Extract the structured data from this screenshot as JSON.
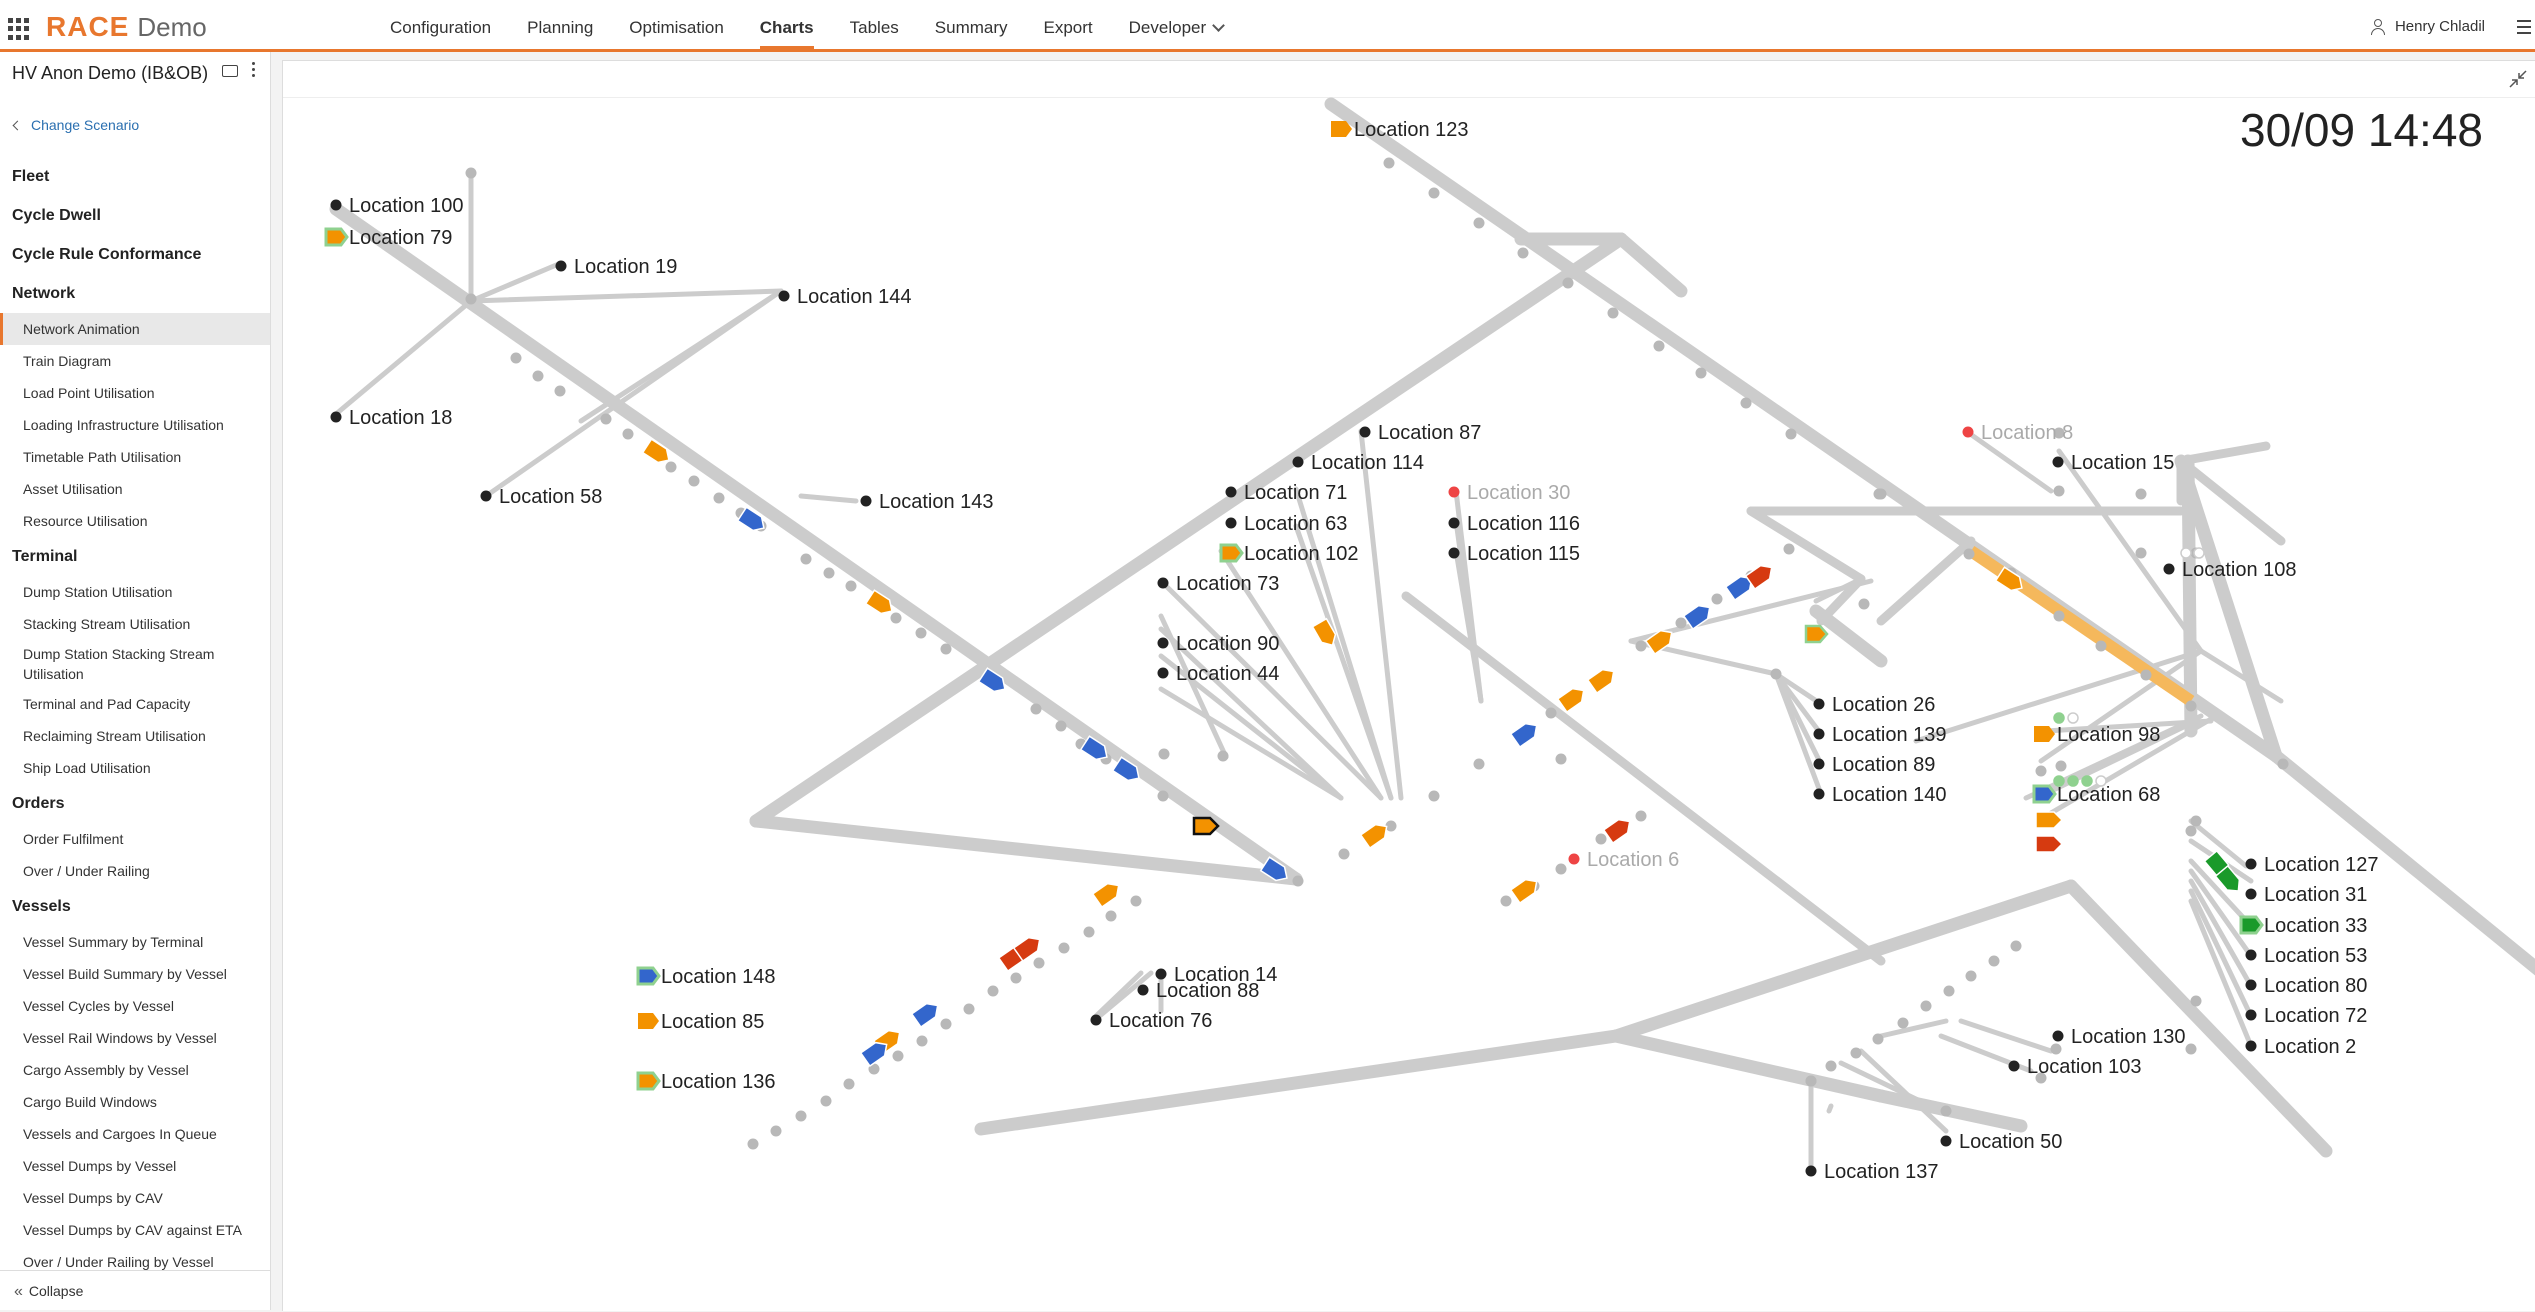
{
  "app": {
    "name": "RACE",
    "subtitle": "Demo"
  },
  "nav": {
    "items": [
      "Configuration",
      "Planning",
      "Optimisation",
      "Charts",
      "Tables",
      "Summary",
      "Export",
      "Developer"
    ],
    "active": "Charts"
  },
  "user": {
    "name": "Henry Chladil"
  },
  "scenario": {
    "title": "HV Anon Demo (IB&OB)",
    "change_label": "Change Scenario"
  },
  "sidebar": {
    "sections": [
      {
        "title": "Fleet",
        "items": []
      },
      {
        "title": "Cycle Dwell",
        "items": []
      },
      {
        "title": "Cycle Rule Conformance",
        "items": []
      },
      {
        "title": "Network",
        "items": [
          "Network Animation",
          "Train Diagram",
          "Load Point Utilisation",
          "Loading Infrastructure Utilisation",
          "Timetable Path Utilisation",
          "Asset Utilisation",
          "Resource Utilisation"
        ]
      },
      {
        "title": "Terminal",
        "items": [
          "Dump Station Utilisation",
          "Stacking Stream Utilisation",
          "Dump Station Stacking Stream Utilisation",
          "Terminal and Pad Capacity",
          "Reclaiming Stream Utilisation",
          "Ship Load Utilisation"
        ]
      },
      {
        "title": "Orders",
        "items": [
          "Order Fulfilment",
          "Over / Under Railing"
        ]
      },
      {
        "title": "Vessels",
        "items": [
          "Vessel Summary by Terminal",
          "Vessel Build Summary by Vessel",
          "Vessel Cycles by Vessel",
          "Vessel Rail Windows by Vessel",
          "Cargo Assembly by Vessel",
          "Cargo Build Windows",
          "Vessels and Cargoes In Queue",
          "Vessel Dumps by Vessel",
          "Vessel Dumps by CAV",
          "Vessel Dumps by CAV against ETA",
          "Over / Under Railing by Vessel"
        ]
      }
    ],
    "active_item": "Network Animation",
    "collapse_label": "Collapse"
  },
  "animation": {
    "timestamp": "30/09 14:48",
    "colors": {
      "track": "#cccccc",
      "node": "#b8b8b8",
      "label_dot": "#222222",
      "inactive_dot": "#ee4444",
      "inactive_text": "#aaaaaa",
      "orange": "#f39200",
      "blue": "#3366cc",
      "red": "#d63a10",
      "green": "#1a9a2a",
      "light_orange": "#f5b85c",
      "light_green": "#8fd18f"
    },
    "locations": [
      {
        "name": "Location 123",
        "marker": "orange"
      },
      {
        "name": "Location 100",
        "marker": "dot"
      },
      {
        "name": "Location 79",
        "marker": "orange-green"
      },
      {
        "name": "Location 19",
        "marker": "dot"
      },
      {
        "name": "Location 144",
        "marker": "dot"
      },
      {
        "name": "Location 18",
        "marker": "dot"
      },
      {
        "name": "Location 58",
        "marker": "dot"
      },
      {
        "name": "Location 143",
        "marker": "dot"
      },
      {
        "name": "Location 87",
        "marker": "dot"
      },
      {
        "name": "Location 114",
        "marker": "dot"
      },
      {
        "name": "Location 71",
        "marker": "dot"
      },
      {
        "name": "Location 30",
        "marker": "inactive"
      },
      {
        "name": "Location 63",
        "marker": "dot"
      },
      {
        "name": "Location 116",
        "marker": "dot"
      },
      {
        "name": "Location 102",
        "marker": "orange-green"
      },
      {
        "name": "Location 115",
        "marker": "dot"
      },
      {
        "name": "Location 73",
        "marker": "dot"
      },
      {
        "name": "Location 90",
        "marker": "dot"
      },
      {
        "name": "Location 44",
        "marker": "dot"
      },
      {
        "name": "Location 8",
        "marker": "inactive"
      },
      {
        "name": "Location 15",
        "marker": "dot"
      },
      {
        "name": "Location 108",
        "marker": "dot"
      },
      {
        "name": "Location 26",
        "marker": "dot"
      },
      {
        "name": "Location 139",
        "marker": "dot"
      },
      {
        "name": "Location 89",
        "marker": "dot"
      },
      {
        "name": "Location 140",
        "marker": "dot"
      },
      {
        "name": "Location 98",
        "marker": "orange"
      },
      {
        "name": "Location 68",
        "marker": "blue-green"
      },
      {
        "name": "Location 6",
        "marker": "inactive"
      },
      {
        "name": "Location 127",
        "marker": "dot"
      },
      {
        "name": "Location 31",
        "marker": "dot"
      },
      {
        "name": "Location 33",
        "marker": "green"
      },
      {
        "name": "Location 53",
        "marker": "dot"
      },
      {
        "name": "Location 80",
        "marker": "dot"
      },
      {
        "name": "Location 72",
        "marker": "dot"
      },
      {
        "name": "Location 2",
        "marker": "dot"
      },
      {
        "name": "Location 148",
        "marker": "blue-green"
      },
      {
        "name": "Location 85",
        "marker": "orange"
      },
      {
        "name": "Location 136",
        "marker": "orange-green"
      },
      {
        "name": "Location 14",
        "marker": "dot"
      },
      {
        "name": "Location 88",
        "marker": "dot"
      },
      {
        "name": "Location 76",
        "marker": "dot"
      },
      {
        "name": "Location 130",
        "marker": "dot"
      },
      {
        "name": "Location 103",
        "marker": "dot"
      },
      {
        "name": "Location 50",
        "marker": "dot"
      },
      {
        "name": "Location 137",
        "marker": "dot"
      }
    ]
  }
}
